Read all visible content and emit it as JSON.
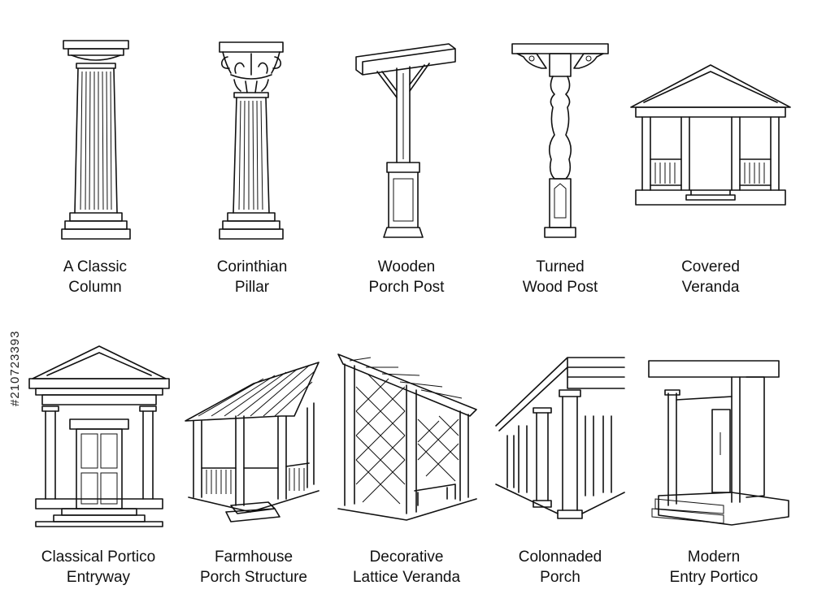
{
  "illustrations": [
    {
      "line1": "A Classic",
      "line2": "Column",
      "icon": "classic-column"
    },
    {
      "line1": "Corinthian",
      "line2": "Pillar",
      "icon": "corinthian-pillar"
    },
    {
      "line1": "Wooden",
      "line2": "Porch Post",
      "icon": "wooden-porch-post"
    },
    {
      "line1": "Turned",
      "line2": "Wood Post",
      "icon": "turned-wood-post"
    },
    {
      "line1": "Covered",
      "line2": "Veranda",
      "icon": "covered-veranda"
    },
    {
      "line1": "Classical Portico",
      "line2": "Entryway",
      "icon": "classical-portico"
    },
    {
      "line1": "Farmhouse",
      "line2": "Porch Structure",
      "icon": "farmhouse-porch"
    },
    {
      "line1": "Decorative",
      "line2": "Lattice Veranda",
      "icon": "lattice-veranda"
    },
    {
      "line1": "Colonnaded",
      "line2": "Porch",
      "icon": "colonnaded-porch"
    },
    {
      "line1": "Modern",
      "line2": "Entry Portico",
      "icon": "modern-portico"
    }
  ],
  "stock_id": "#210723393",
  "line_color": "#111111",
  "background": "#ffffff"
}
